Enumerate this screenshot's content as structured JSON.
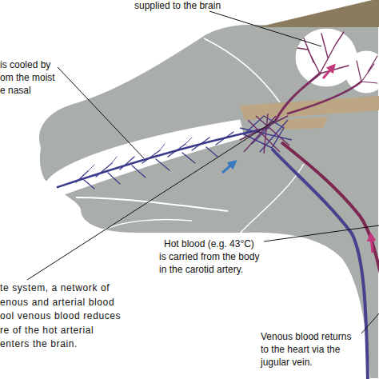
{
  "diagram": {
    "labels": [
      "supplied to the brain",
      "is cooled by om the moist e nasal",
      "te system, a network of enous and arterial blood ool venous blood reduces re of the hot arterial enters the brain.",
      "Hot blood (e.g. 43°C) is carried from the body in the carotid artery.",
      "Venous blood returns to the heart via the jugular vein."
    ]
  }
}
